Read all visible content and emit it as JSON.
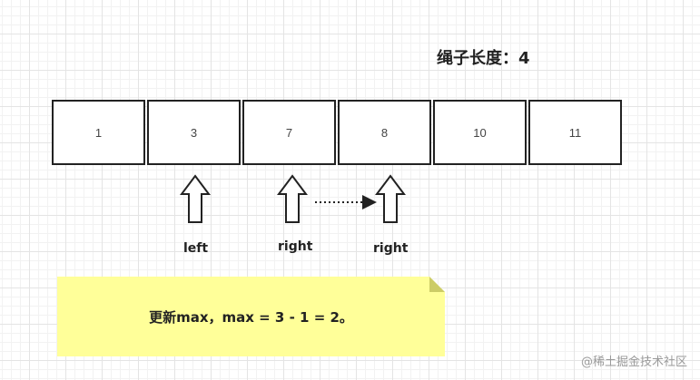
{
  "title": "绳子长度：4",
  "array": [
    "1",
    "3",
    "7",
    "8",
    "10",
    "11"
  ],
  "pointers": {
    "left_label": "left",
    "right_old_label": "right",
    "right_new_label": "right"
  },
  "note": "更新max，max = 3 - 1 = 2。",
  "watermark": "@稀土掘金技术社区"
}
